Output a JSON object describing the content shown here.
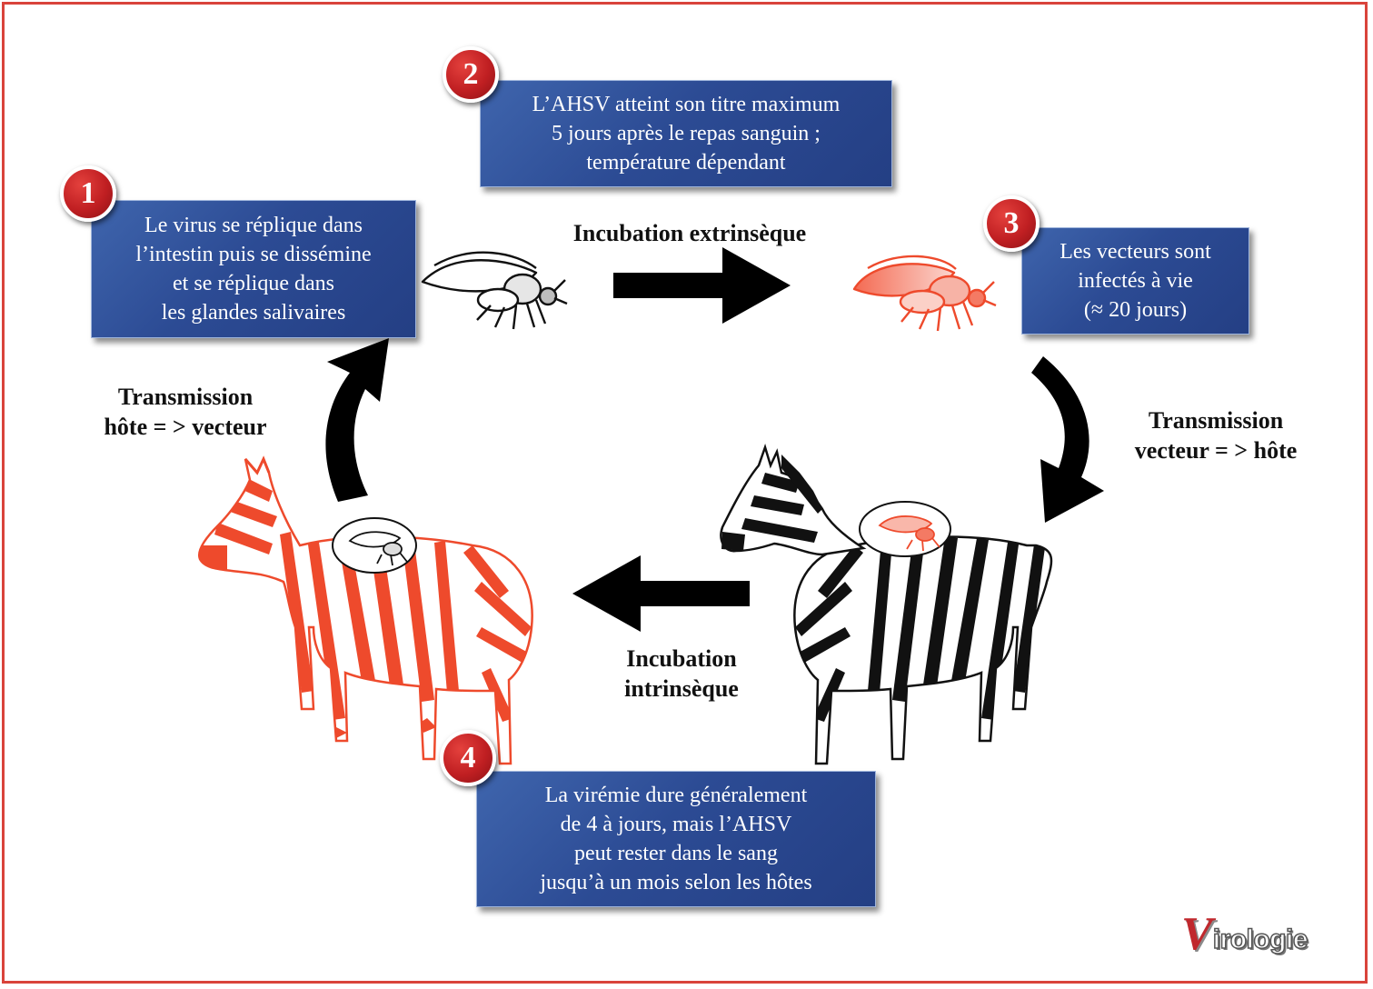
{
  "steps": [
    {
      "number": "1",
      "lines": [
        "Le virus se réplique dans",
        "l’intestin puis se dissémine",
        "et se réplique dans",
        "les glandes salivaires"
      ]
    },
    {
      "number": "2",
      "lines": [
        "L’AHSV atteint son titre maximum",
        "5 jours après le repas sanguin  ;",
        "température dépendant"
      ]
    },
    {
      "number": "3",
      "lines": [
        "Les vecteurs sont",
        "infectés à vie",
        "(≈ 20 jours)"
      ]
    },
    {
      "number": "4",
      "lines": [
        "La virémie dure généralement",
        "de 4 à jours, mais l’AHSV",
        "peut rester dans le sang",
        "jusqu’à un mois selon les hôtes"
      ]
    }
  ],
  "arrow_labels": {
    "extrinsic": [
      "Incubation extrinsèque"
    ],
    "vector_to_host": [
      "Transmission",
      "vecteur = > hôte"
    ],
    "intrinsic": [
      "Incubation",
      "intrinsèque"
    ],
    "host_to_vector": [
      "Transmission",
      "hôte = >  vecteur"
    ]
  },
  "logo": {
    "letter": "V",
    "rest": "irologie"
  },
  "colors": {
    "infected": "#ee4a2c",
    "box": "#2c4b94",
    "badge": "#c01f22",
    "frame": "#d9443b"
  },
  "icons": [
    "midge-icon",
    "infected-midge-icon",
    "zebra-icon",
    "infected-zebra-icon",
    "cycle-arrow-icon"
  ]
}
